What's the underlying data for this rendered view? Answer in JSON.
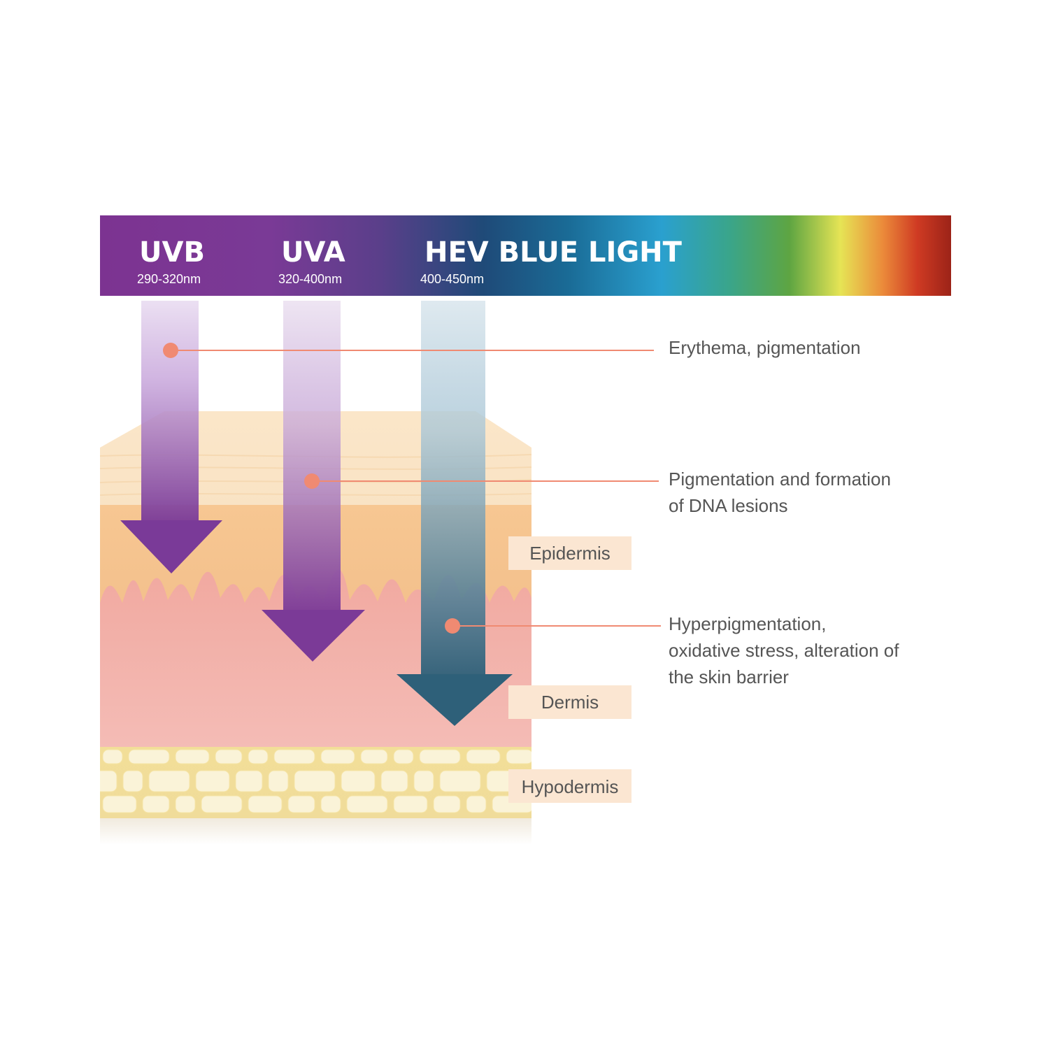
{
  "spectrum": {
    "bands": [
      {
        "name": "UVB",
        "range": "290-320nm"
      },
      {
        "name": "UVA",
        "range": "320-400nm"
      },
      {
        "name": "HEV BLUE LIGHT",
        "range": "400-450nm"
      }
    ]
  },
  "effects": [
    {
      "lines": [
        "Erythema, pigmentation"
      ]
    },
    {
      "lines": [
        "Pigmentation and formation",
        "of DNA lesions"
      ]
    },
    {
      "lines": [
        "Hyperpigmentation,",
        "oxidative stress, alteration of",
        "the skin barrier"
      ]
    }
  ],
  "layers": [
    {
      "label": "Epidermis"
    },
    {
      "label": "Dermis"
    },
    {
      "label": "Hypodermis"
    }
  ],
  "colors": {
    "uvb": "#7a3a98",
    "uva": "#7b3a97",
    "hev": "#2e6079",
    "callout": "#f08a72",
    "label_box": "#fbe6d2",
    "text": "#555555"
  }
}
